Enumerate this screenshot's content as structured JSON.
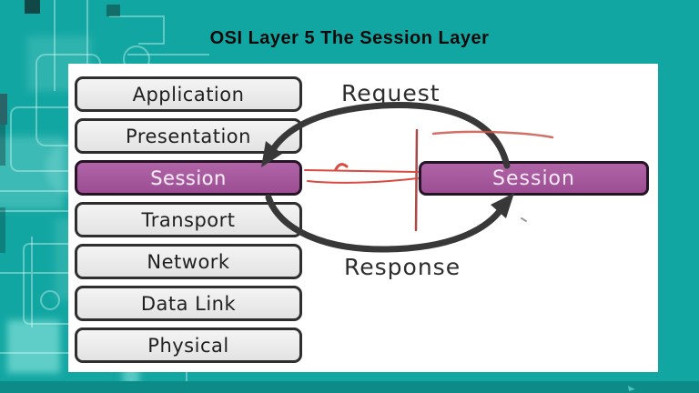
{
  "window": {
    "title": "OSI Layer 5 The Session Layer"
  },
  "diagram": {
    "stack": {
      "layers": [
        {
          "label": "Application",
          "highlighted": false
        },
        {
          "label": "Presentation",
          "highlighted": false
        },
        {
          "label": "Session",
          "highlighted": true
        },
        {
          "label": "Transport",
          "highlighted": false
        },
        {
          "label": "Network",
          "highlighted": false
        },
        {
          "label": "Data Link",
          "highlighted": false
        },
        {
          "label": "Physical",
          "highlighted": false
        }
      ]
    },
    "peer_box": {
      "label": "Session",
      "highlighted": true
    },
    "flow": {
      "request_label": "Request",
      "response_label": "Response"
    },
    "annotation_marks": [
      "red-vertical-line",
      "red-horizontal-link-lines",
      "red-top-line",
      "red-check-tick"
    ],
    "colors": {
      "background_teal": "#12a6a2",
      "bottom_band_teal": "#0c8b89",
      "panel_white": "#ffffff",
      "layer_box_fill": "#eaeaea",
      "layer_box_border": "#2e2e2e",
      "session_highlight_purple": "#a3569c",
      "arrow_black": "#383838",
      "marker_red": "#d84b40",
      "marker_maroon": "#a84a48"
    }
  }
}
